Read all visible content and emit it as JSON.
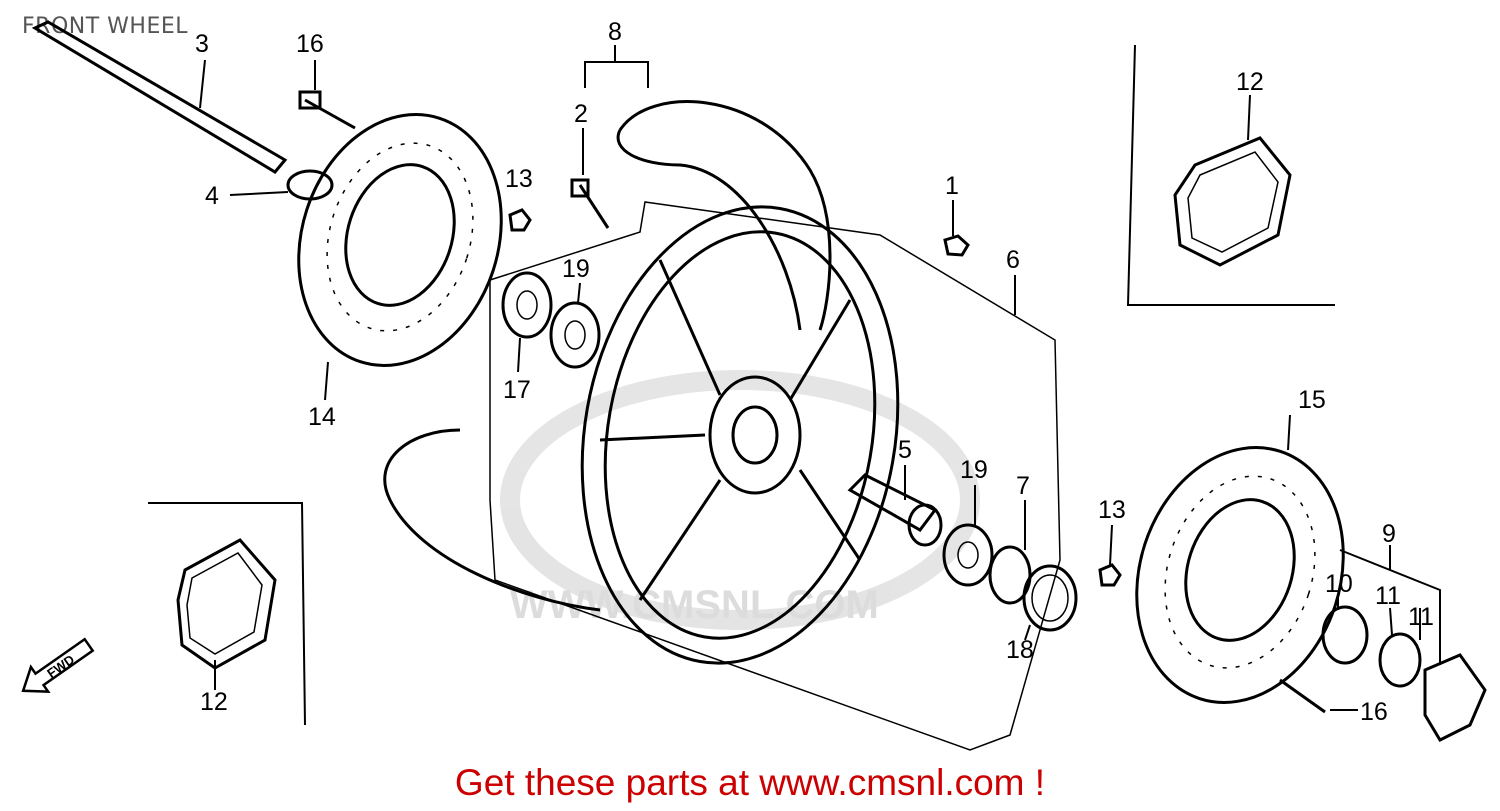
{
  "title": "FRONT WHEEL",
  "footer": "Get these parts at www.cmsnl.com !",
  "watermark": "WWW.CMSNL.COM",
  "direction_marker": "FWD",
  "callouts": {
    "c1": "1",
    "c2": "2",
    "c3": "3",
    "c4": "4",
    "c5": "5",
    "c6": "6",
    "c7": "7",
    "c8": "8",
    "c9": "9",
    "c10": "10",
    "c11a": "11",
    "c11b": "11",
    "c12a": "12",
    "c12b": "12",
    "c13a": "13",
    "c13b": "13",
    "c14": "14",
    "c15": "15",
    "c16a": "16",
    "c16b": "16",
    "c17": "17",
    "c18": "18",
    "c19a": "19",
    "c19b": "19"
  },
  "colors": {
    "footer": "#cc0000",
    "title": "#555555",
    "lines": "#000000"
  }
}
